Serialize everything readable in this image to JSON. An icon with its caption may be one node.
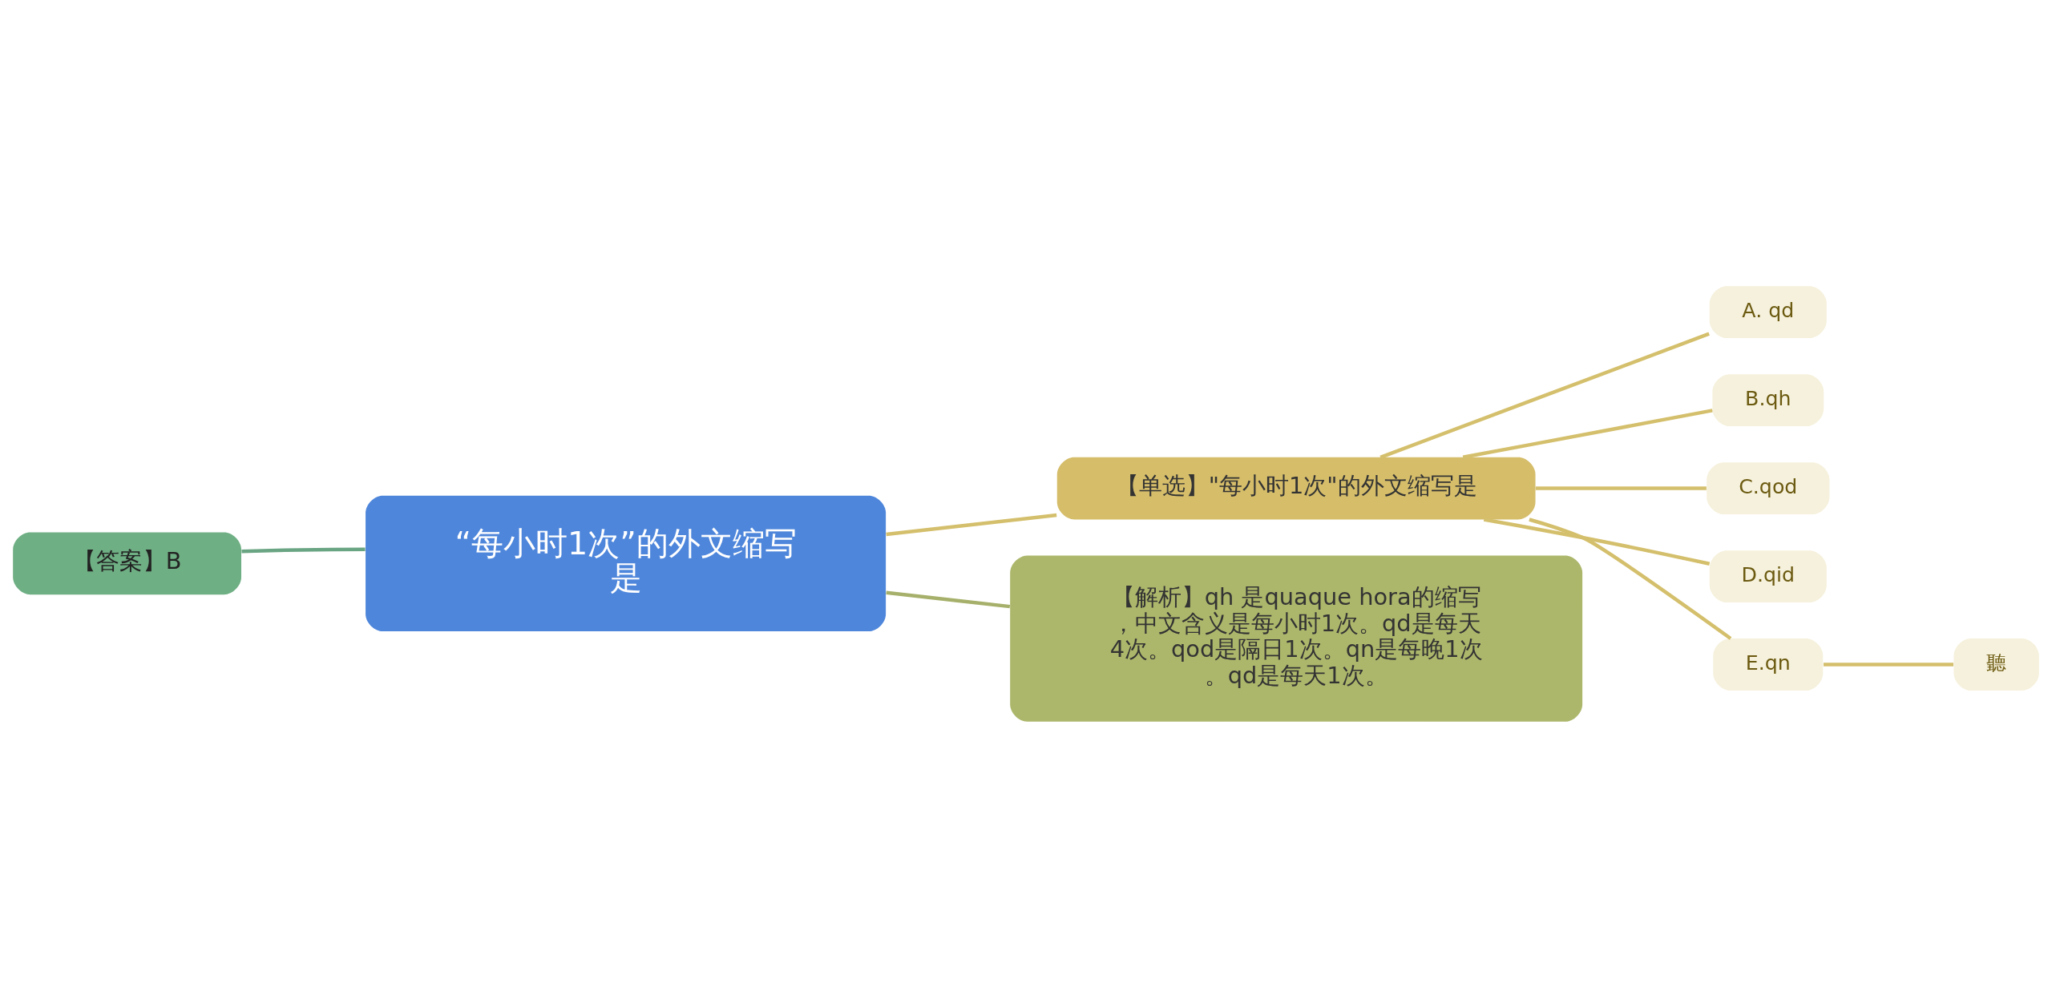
{
  "diagram": {
    "nodes": [
      {
        "text": [
          "“每小时1次”的外文缩写是"
        ]
      },
      {
        "text": [
          "【答案】B"
        ]
      },
      {
        "text": [
          "【单选】\"每小时1次\"的外文缩写是"
        ]
      },
      {
        "text": [
          "A. qd"
        ]
      },
      {
        "text": [
          "B.qh"
        ]
      },
      {
        "text": [
          "C.qod"
        ]
      },
      {
        "text": [
          "D.qid"
        ]
      },
      {
        "text": [
          "E.qn"
        ]
      },
      {
        "text": [
          "聽"
        ]
      },
      {
        "text": [
          "【解析】qh 是quaque hora的缩写，中文含义是每小时1次。qd是每天4次。qod是隔日1次。qn是每晚1次。qd是每天1次。"
        ]
      }
    ],
    "edges": [
      {
        "from": 0,
        "to": 1,
        "arrow": "none",
        "color": "#6aa583"
      },
      {
        "from": 0,
        "to": 2,
        "arrow": "none"
      },
      {
        "from": 0,
        "to": 9,
        "arrow": "none",
        "color": "#a6b06a"
      },
      {
        "from": 2,
        "to": 3,
        "arrow": "none"
      },
      {
        "from": 2,
        "to": 4,
        "arrow": "none"
      },
      {
        "from": 2,
        "to": 5,
        "arrow": "none"
      },
      {
        "from": 2,
        "to": 6,
        "arrow": "none"
      },
      {
        "from": 2,
        "to": 7,
        "arrow": "none"
      },
      {
        "from": 7,
        "to": 8,
        "arrow": "none"
      }
    ]
  }
}
